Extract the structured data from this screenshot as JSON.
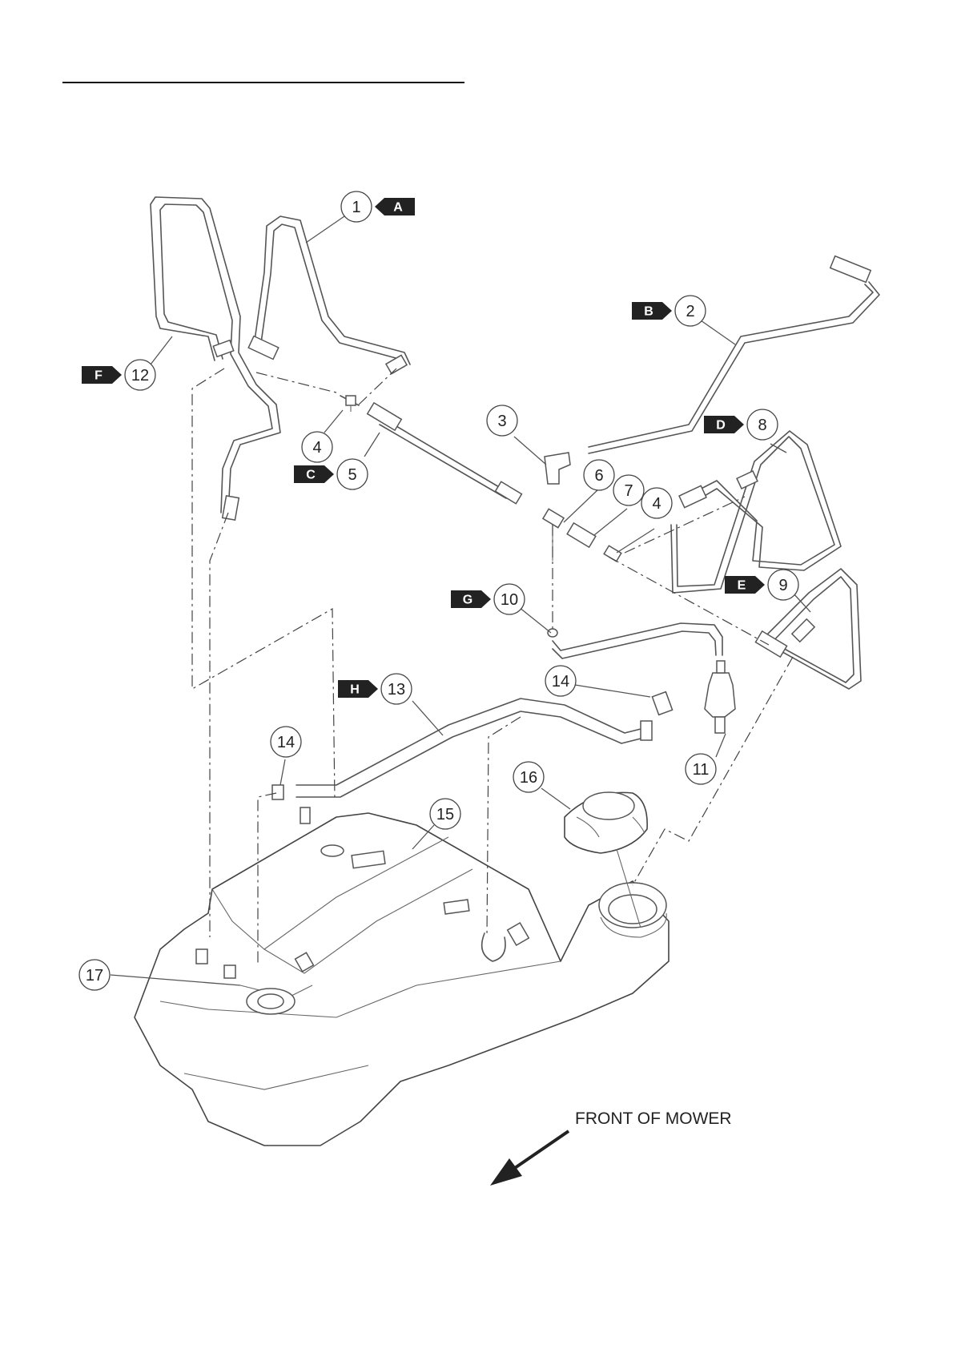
{
  "callouts": [
    {
      "id": "c1",
      "number": "1",
      "letter": "A"
    },
    {
      "id": "c2",
      "number": "2",
      "letter": "B"
    },
    {
      "id": "c3",
      "number": "3",
      "letter": ""
    },
    {
      "id": "c4a",
      "number": "4",
      "letter": ""
    },
    {
      "id": "c4b",
      "number": "4",
      "letter": ""
    },
    {
      "id": "c5",
      "number": "5",
      "letter": "C"
    },
    {
      "id": "c6",
      "number": "6",
      "letter": ""
    },
    {
      "id": "c7",
      "number": "7",
      "letter": ""
    },
    {
      "id": "c8",
      "number": "8",
      "letter": "D"
    },
    {
      "id": "c9",
      "number": "9",
      "letter": "E"
    },
    {
      "id": "c10",
      "number": "10",
      "letter": "G"
    },
    {
      "id": "c11",
      "number": "11",
      "letter": ""
    },
    {
      "id": "c12",
      "number": "12",
      "letter": "F"
    },
    {
      "id": "c13",
      "number": "13",
      "letter": "H"
    },
    {
      "id": "c14a",
      "number": "14",
      "letter": ""
    },
    {
      "id": "c14b",
      "number": "14",
      "letter": ""
    },
    {
      "id": "c15",
      "number": "15",
      "letter": ""
    },
    {
      "id": "c16",
      "number": "16",
      "letter": ""
    },
    {
      "id": "c17",
      "number": "17",
      "letter": ""
    }
  ],
  "front_label": "FRONT OF MOWER"
}
